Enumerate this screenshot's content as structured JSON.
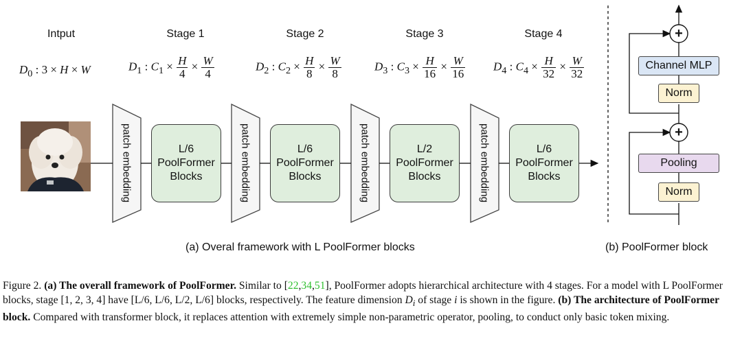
{
  "input": {
    "label": "Intput",
    "dim_parts": [
      "D",
      "0",
      " : 3 × ",
      "H",
      " × ",
      "W"
    ]
  },
  "stages": [
    {
      "label": "Stage 1",
      "D": "D",
      "Dsub": "1",
      "C": "C",
      "Csub": "1",
      "H": "H",
      "hdiv": "4",
      "W": "W",
      "wdiv": "4",
      "blocks_count": "L/6",
      "blocks_name": "PoolFormer",
      "blocks_word": "Blocks"
    },
    {
      "label": "Stage 2",
      "D": "D",
      "Dsub": "2",
      "C": "C",
      "Csub": "2",
      "H": "H",
      "hdiv": "8",
      "W": "W",
      "wdiv": "8",
      "blocks_count": "L/6",
      "blocks_name": "PoolFormer",
      "blocks_word": "Blocks"
    },
    {
      "label": "Stage 3",
      "D": "D",
      "Dsub": "3",
      "C": "C",
      "Csub": "3",
      "H": "H",
      "hdiv": "16",
      "W": "W",
      "wdiv": "16",
      "blocks_count": "L/2",
      "blocks_name": "PoolFormer",
      "blocks_word": "Blocks"
    },
    {
      "label": "Stage 4",
      "D": "D",
      "Dsub": "4",
      "C": "C",
      "Csub": "4",
      "H": "H",
      "hdiv": "32",
      "W": "W",
      "wdiv": "32",
      "blocks_count": "L/6",
      "blocks_name": "PoolFormer",
      "blocks_word": "Blocks"
    }
  ],
  "patch_embedding_label": "patch embedding",
  "block_detail": {
    "channel_mlp": "Channel MLP",
    "norm": "Norm",
    "pooling": "Pooling",
    "plus": "+"
  },
  "sub_captions": {
    "a": "(a) Overal framework with L PoolFormer blocks",
    "b": "(b) PoolFormer block"
  },
  "figure_caption": {
    "label": "Figure 2.",
    "a_title": "(a) The overall framework of PoolFormer.",
    "a_text1": "Similar to [",
    "refs": [
      "22",
      "34",
      "51"
    ],
    "a_text2": "], PoolFormer adopts hierarchical architecture with 4 stages. For a model with L PoolFormer blocks, stage [1, 2, 3, 4] have [L/6, L/6, L/2, L/6] blocks, respectively. The feature dimension ",
    "Di": "D",
    "Di_sub": "i",
    "a_text3": " of stage ",
    "i": "i",
    "a_text4": " is shown in the figure.",
    "b_title": "(b) The architecture of PoolFormer block.",
    "b_text": "Compared with transformer block, it replaces attention with extremely simple non-parametric operator, pooling, to conduct only basic token mixing."
  },
  "colors": {
    "block_fill": "#dfeedd",
    "norm_fill": "#fcf2d2",
    "mlp_fill": "#dae6f5",
    "pooling_fill": "#e8d9ee",
    "ref_color": "#2fbf2f"
  }
}
